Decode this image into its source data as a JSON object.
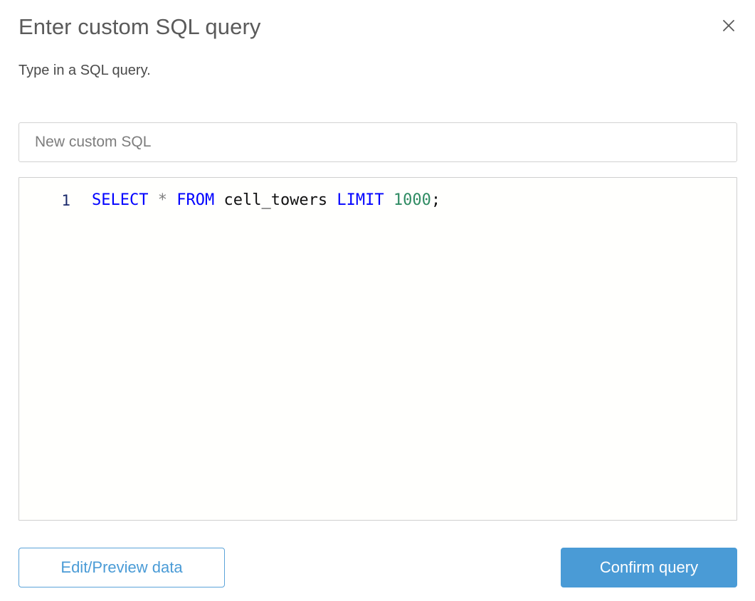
{
  "dialog": {
    "title": "Enter custom SQL query",
    "subtitle": "Type in a SQL query.",
    "close_icon": "close-icon"
  },
  "name_field": {
    "value": "",
    "placeholder": "New custom SQL"
  },
  "editor": {
    "line_numbers": [
      "1"
    ],
    "raw_text": "SELECT * FROM cell_towers LIMIT 1000;",
    "tokens": [
      {
        "text": "SELECT",
        "type": "keyword"
      },
      {
        "text": " ",
        "type": "space"
      },
      {
        "text": "*",
        "type": "operator"
      },
      {
        "text": " ",
        "type": "space"
      },
      {
        "text": "FROM",
        "type": "keyword"
      },
      {
        "text": " ",
        "type": "space"
      },
      {
        "text": "cell_towers",
        "type": "identifier"
      },
      {
        "text": " ",
        "type": "space"
      },
      {
        "text": "LIMIT",
        "type": "keyword"
      },
      {
        "text": " ",
        "type": "space"
      },
      {
        "text": "1000",
        "type": "number"
      },
      {
        "text": ";",
        "type": "punct"
      }
    ]
  },
  "footer": {
    "secondary_label": "Edit/Preview data",
    "primary_label": "Confirm query"
  },
  "colors": {
    "accent": "#4a9bd6",
    "keyword": "#0000ff",
    "number": "#2e8b62",
    "operator": "#808080",
    "line_number": "#1b2a6b",
    "title_text": "#5a5a5a",
    "border": "#d2d2d2"
  }
}
